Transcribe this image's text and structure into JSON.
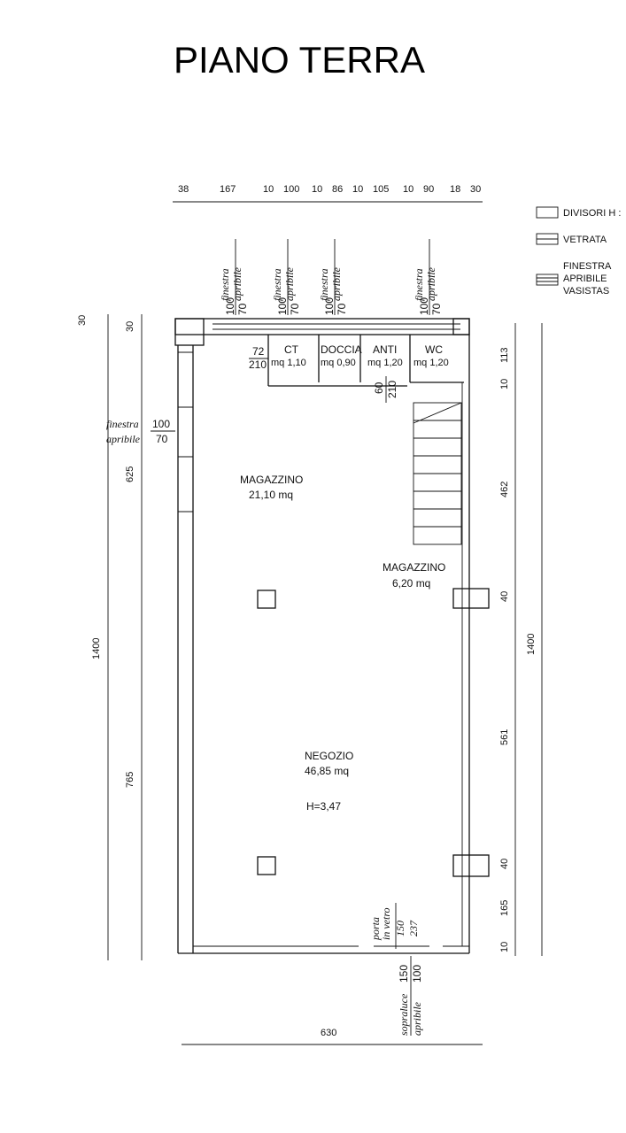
{
  "title": "PIANO TERRA",
  "legend": {
    "items": [
      {
        "label": "DIVISORI H :"
      },
      {
        "label": "VETRATA"
      },
      {
        "label_lines": [
          "FINESTRA",
          "APRIBILE",
          "VASISTAS"
        ]
      }
    ]
  },
  "top_dimensions": [
    "38",
    "167",
    "10",
    "100",
    "10",
    "86",
    "10",
    "105",
    "10",
    "90",
    "18",
    "30"
  ],
  "left_dimensions": {
    "outer_total": "1400",
    "top_wall": "30",
    "top_wall_inner": "30",
    "segment_upper": "625",
    "segment_lower": "765"
  },
  "right_dimensions": {
    "outer_total": "1400",
    "a": "113",
    "b": "10",
    "c": "462",
    "d": "40",
    "e": "561",
    "f": "40",
    "g": "165",
    "h": "10"
  },
  "bottom_dimension": "630",
  "rooms": {
    "ct": {
      "name": "CT",
      "area": "mq 1,10"
    },
    "doccia": {
      "name": "DOCCIA",
      "area": "mq 0,90"
    },
    "anti": {
      "name": "ANTI",
      "area": "mq 1,20"
    },
    "wc": {
      "name": "WC",
      "area": "mq 1,20"
    },
    "magazzino_big": {
      "name": "MAGAZZINO",
      "area": "21,10 mq"
    },
    "magazzino_small": {
      "name": "MAGAZZINO",
      "area": "6,20 mq"
    },
    "negozio": {
      "name": "NEGOZIO",
      "area": "46,85 mq",
      "height": "H=3,47"
    }
  },
  "door_labels": {
    "ct_door": {
      "width": "72",
      "height": "210"
    },
    "anti_door": {
      "width": "60",
      "height": "210"
    }
  },
  "window_labels": {
    "top": [
      {
        "text1": "finestra",
        "text2": "apribile",
        "w": "100",
        "h": "70"
      },
      {
        "text1": "finestra",
        "text2": "apribile",
        "w": "100",
        "h": "70"
      },
      {
        "text1": "finestra",
        "text2": "apribile",
        "w": "100",
        "h": "70"
      },
      {
        "text1": "finestra",
        "text2": "apribile",
        "w": "100",
        "h": "70"
      }
    ],
    "left": {
      "text1": "finestra",
      "text2": "apribile",
      "w": "100",
      "h": "70"
    },
    "entrance_door": {
      "text1": "porta",
      "text2": "in vetro",
      "w": "150",
      "h": "237"
    },
    "transom": {
      "text1": "sopraluce",
      "text2": "apribile",
      "w": "150",
      "h": "100"
    }
  }
}
